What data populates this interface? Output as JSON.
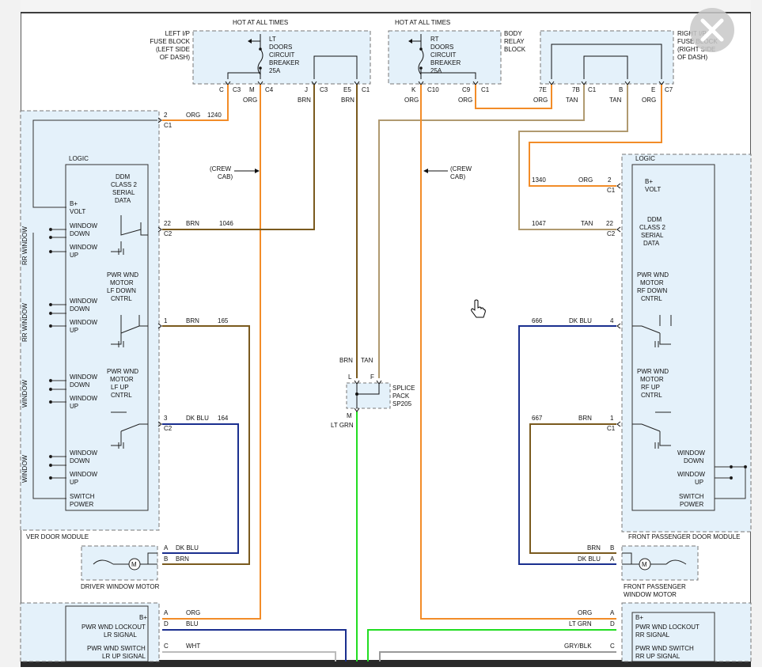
{
  "labels": {
    "hot_left": "HOT AT ALL TIMES",
    "hot_right": "HOT AT ALL TIMES",
    "left_fuse_block": [
      "LEFT I/P",
      "FUSE BLOCK",
      "(LEFT SIDE",
      "OF DASH)"
    ],
    "lt_breaker": [
      "LT",
      "DOORS",
      "CIRCUIT",
      "BREAKER",
      "25A"
    ],
    "rt_breaker": [
      "RT",
      "DOORS",
      "CIRCUIT",
      "BREAKER",
      "25A"
    ],
    "body_relay": [
      "BODY",
      "RELAY",
      "BLOCK"
    ],
    "right_fuse_block": [
      "RIGHT I/P",
      "FUSE BLOCK",
      "(RIGHT SIDE",
      "OF DASH)"
    ],
    "crew_cab_left": [
      "(CREW",
      "CAB)"
    ],
    "crew_cab_right": [
      "(CREW",
      "CAB)"
    ],
    "splice": [
      "SPLICE",
      "PACK",
      "SP205"
    ],
    "logic": "LOGIC",
    "driver_module": "VER DOOR MODULE",
    "passenger_module": "FRONT PASSENGER DOOR MODULE",
    "driver_motor": "DRIVER WINDOW MOTOR",
    "passenger_motor": [
      "FRONT PASSENGER",
      "WINDOW MOTOR"
    ],
    "side_labels": [
      "RR WINDOW",
      "RR WINDOW",
      "WINDOW",
      "WINDOW"
    ]
  },
  "connectors": {
    "lt": [
      "C",
      "C3",
      "M",
      "C4",
      "J",
      "C3",
      "E5",
      "C1"
    ],
    "rt": [
      "K",
      "C10",
      "C9",
      "C1"
    ],
    "rfb": [
      "7E",
      "7B",
      "C1",
      "B",
      "E",
      "C7"
    ]
  },
  "wire_colors": {
    "lt": [
      "ORG",
      "BRN",
      "BRN"
    ],
    "rt": [
      "ORG",
      "ORG"
    ],
    "rfb": [
      "ORG",
      "TAN",
      "TAN",
      "ORG"
    ]
  },
  "driver_logic_items": [
    "B+",
    "VOLT",
    "DDM",
    "CLASS 2",
    "SERIAL",
    "DATA",
    "WINDOW",
    "DOWN",
    "WINDOW",
    "UP",
    "PWR WND",
    "MOTOR",
    "LF DOWN",
    "CNTRL",
    "WINDOW",
    "DOWN",
    "WINDOW",
    "UP",
    "PWR WND",
    "MOTOR",
    "LF UP",
    "CNTRL",
    "WINDOW",
    "DOWN",
    "WINDOW",
    "UP",
    "WINDOW",
    "DOWN",
    "WINDOW",
    "UP",
    "SWITCH",
    "POWER"
  ],
  "passenger_logic_items": [
    "B+",
    "VOLT",
    "DDM",
    "CLASS 2",
    "SERIAL",
    "DATA",
    "PWR WND",
    "MOTOR",
    "RF DOWN",
    "CNTRL",
    "PWR WND",
    "MOTOR",
    "RF UP",
    "CNTRL",
    "WINDOW",
    "DOWN",
    "WINDOW",
    "UP",
    "SWITCH",
    "POWER"
  ],
  "driver_wires": [
    {
      "pin": "2",
      "conn": "C1",
      "color": "ORG",
      "circuit": "1240"
    },
    {
      "pin": "22",
      "conn": "C2",
      "color": "BRN",
      "circuit": "1046"
    },
    {
      "pin": "1",
      "conn": "",
      "color": "BRN",
      "circuit": "165"
    },
    {
      "pin": "3",
      "conn": "C2",
      "color": "DK BLU",
      "circuit": "164"
    }
  ],
  "passenger_wires": [
    {
      "pin": "2",
      "conn": "C1",
      "color": "ORG",
      "circuit": "1340"
    },
    {
      "pin": "22",
      "conn": "C2",
      "color": "TAN",
      "circuit": "1047"
    },
    {
      "pin": "4",
      "conn": "",
      "color": "DK BLU",
      "circuit": "666"
    },
    {
      "pin": "1",
      "conn": "C1",
      "color": "BRN",
      "circuit": "667"
    }
  ],
  "splice_pins": {
    "l": "L",
    "f": "F",
    "m": "M",
    "brn": "BRN",
    "tan": "TAN",
    "ltgrn": "LT GRN"
  },
  "driver_motor_pins": [
    {
      "pin": "A",
      "color": "DK BLU"
    },
    {
      "pin": "B",
      "color": "BRN"
    }
  ],
  "passenger_motor_pins": [
    {
      "pin": "B",
      "color": "BRN"
    },
    {
      "pin": "A",
      "color": "DK BLU"
    }
  ],
  "rear_left": {
    "items": [
      "B+",
      "PWR WND LOCKOUT",
      "LR SIGNAL",
      "PWR WND SWITCH",
      "LR UP SIGNAL"
    ],
    "pins": [
      {
        "pin": "A",
        "color": "ORG"
      },
      {
        "pin": "D",
        "color": "BLU"
      },
      {
        "pin": "C",
        "color": "WHT"
      }
    ]
  },
  "rear_right": {
    "items": [
      "B+",
      "PWR WND LOCKOUT",
      "RR SIGNAL",
      "PWR WND SWITCH",
      "RR UP SIGNAL"
    ],
    "pins": [
      {
        "pin": "A",
        "color": "ORG"
      },
      {
        "pin": "D",
        "color": "LT GRN"
      },
      {
        "pin": "C",
        "color": "GRY/BLK"
      }
    ]
  },
  "colors": {
    "orange": "#f28c28",
    "brown": "#7a5a1e",
    "tan": "#b09a70",
    "blue": "#1a2f8f",
    "green": "#22dd22",
    "panel": "#e4f1fa"
  }
}
